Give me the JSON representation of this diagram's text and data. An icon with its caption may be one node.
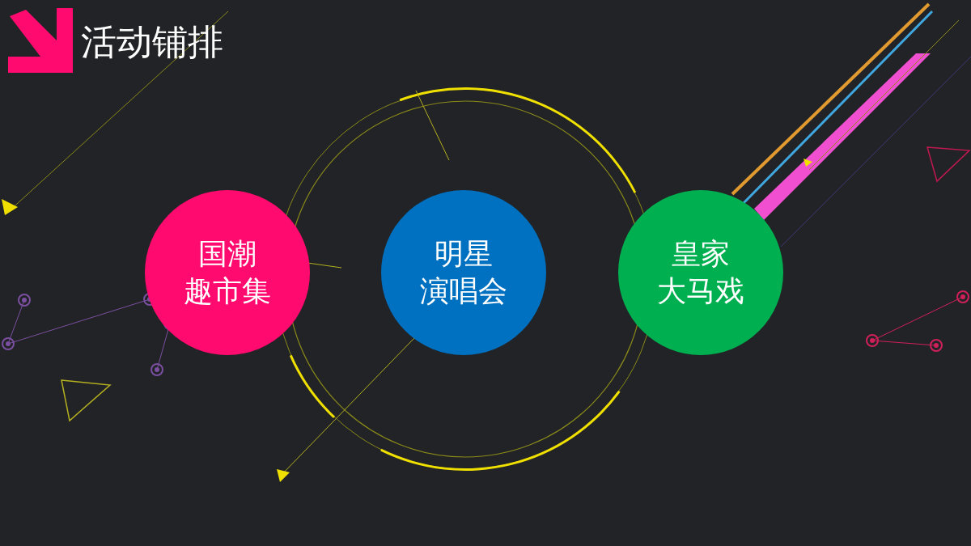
{
  "diagram": {
    "title": "活动铺排",
    "nodes": [
      {
        "text": [
          "国潮趣市集"
        ]
      },
      {
        "text": [
          "明星演唱会"
        ]
      },
      {
        "text": [
          "皇家大马戏"
        ]
      }
    ]
  }
}
